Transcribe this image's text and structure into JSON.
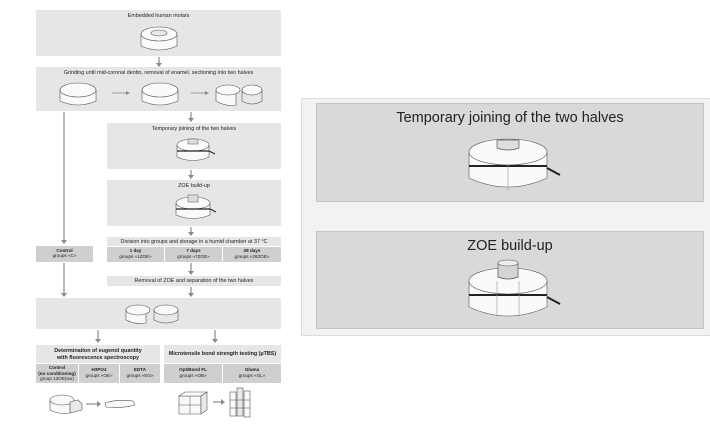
{
  "flow": {
    "embedded": "Embedded human molars",
    "grinding": "Grinding until mid-coronal dentin, removal of enamel, sectioning into two halves",
    "joining": "Temporary joining of the two halves",
    "zoe": "ZOE build-up",
    "division": "Division into groups and storage in a humid chamber at 37 °C",
    "groups": [
      {
        "title": "1 day",
        "sub": "groups «1ZOE»"
      },
      {
        "title": "7 days",
        "sub": "groups «7ZOE»"
      },
      {
        "title": "28 days",
        "sub": "groups «28ZOE»"
      }
    ],
    "control": {
      "title": "Control",
      "sub": "groups «C»"
    },
    "removal": "Removal of ZOE  and separation of the two halves",
    "eugenol": {
      "title1": "Determination of eugenol quantity",
      "title2": "with fluorescence spectroscopy",
      "cols": [
        {
          "title1": "Control",
          "title2": "(no conditioning)",
          "sub": "group 12OE(wo)"
        },
        {
          "title1": "H3PO4",
          "sub": "groups «OE»"
        },
        {
          "title1": "EDTA",
          "sub": "groups «EG»"
        }
      ]
    },
    "mtbs": {
      "title": "Microtensile bond strength testing (µTBS)",
      "cols": [
        {
          "title1": "OptiBond FL",
          "sub": "groups «OB»"
        },
        {
          "title1": "Gluma",
          "sub": "groups «GL»"
        }
      ]
    }
  },
  "zoom": {
    "joining": "Temporary joining of the two halves",
    "zoe": "ZOE build-up"
  },
  "colors": {
    "box": "#e6e6e6",
    "box_dark": "#cfcfcf",
    "zoom_box": "#d9d9d9",
    "arrow": "#8a8a8a"
  },
  "icons": [
    "tooth-block-icon",
    "halved-tooth-icon",
    "clamp-wire-icon",
    "zoe-cap-icon",
    "stick-specimen-icon",
    "beam-specimen-icon"
  ]
}
